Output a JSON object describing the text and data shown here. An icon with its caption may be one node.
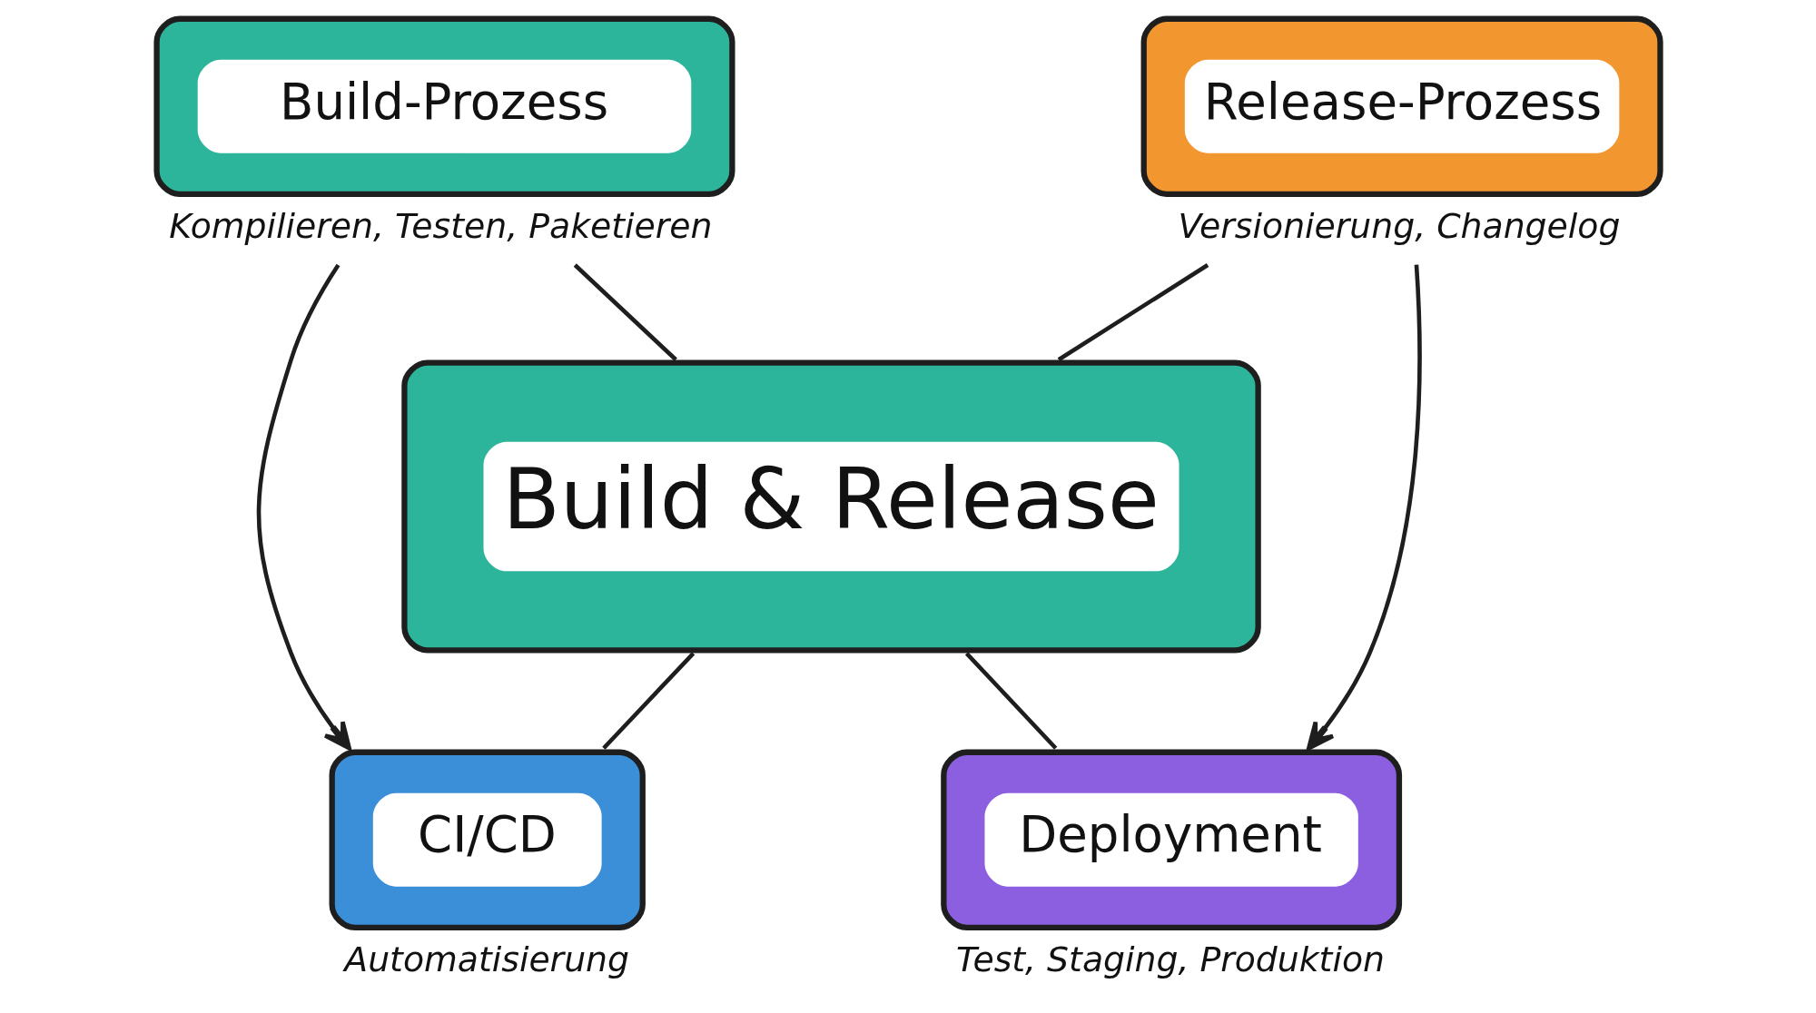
{
  "diagram": {
    "nodes": [
      {
        "text": [
          "Build-Prozess"
        ],
        "beside": [
          "Kompilieren, Testen, Paketieren"
        ]
      },
      {
        "text": [
          "Release-Prozess"
        ],
        "beside": [
          "Versionierung, Changelog"
        ]
      },
      {
        "text": [
          "Build & Release"
        ]
      },
      {
        "text": [
          "CI/CD"
        ],
        "beside": [
          "Automatisierung"
        ]
      },
      {
        "text": [
          "Deployment"
        ],
        "beside": [
          "Test, Staging, Produktion"
        ]
      }
    ],
    "edges": [
      {
        "from": 0,
        "to": 2,
        "arrow": "none"
      },
      {
        "from": 1,
        "to": 2,
        "arrow": "none"
      },
      {
        "from": 2,
        "to": 3,
        "arrow": "none"
      },
      {
        "from": 2,
        "to": 4,
        "arrow": "none"
      },
      {
        "from": 0,
        "to": 3,
        "arrow": "to"
      },
      {
        "from": 1,
        "to": 4,
        "arrow": "to"
      }
    ]
  }
}
